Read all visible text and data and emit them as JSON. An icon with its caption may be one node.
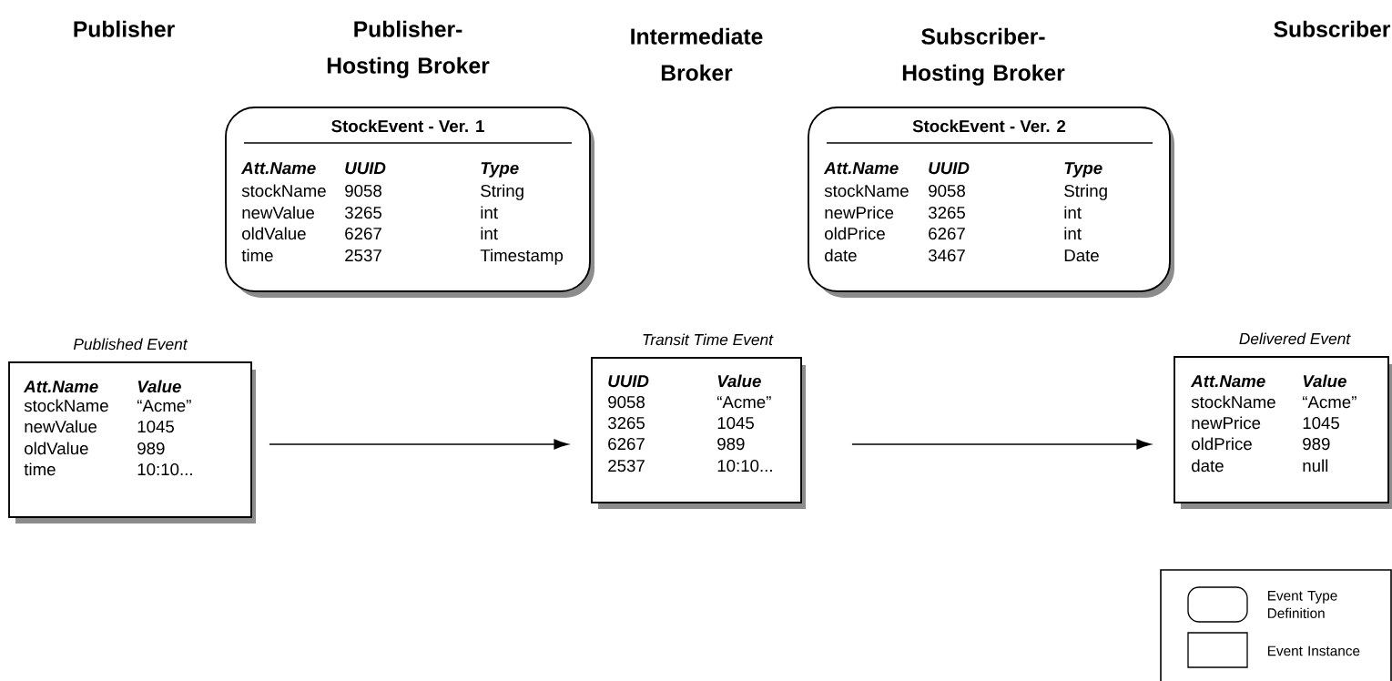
{
  "diagram": {
    "nodes": [
      {
        "text": [
          "StockEvent - Ver. 1",
          "Att.Name",
          "UUID",
          "Type",
          "stockName",
          "9058",
          "String",
          "newValue",
          "3265",
          "int",
          "oldValue",
          "6267",
          "int",
          "time",
          "2537",
          "Timestamp"
        ]
      },
      {
        "text": [
          "StockEvent - Ver. 2",
          "Att.Name",
          "UUID",
          "Type",
          "stockName",
          "9058",
          "String",
          "newPrice",
          "3265",
          "int",
          "oldPrice",
          "6267",
          "int",
          "date",
          "3467",
          "Date"
        ]
      },
      {
        "text": [
          "Att.Name",
          "Value",
          "stockName",
          "“Acme”",
          "newValue",
          "1045",
          "oldValue",
          "989",
          "time",
          "10:10..."
        ],
        "beside": [
          "Published Event"
        ]
      },
      {
        "text": [
          "UUID",
          "Value",
          "9058",
          "“Acme”",
          "3265",
          "1045",
          "6267",
          "989",
          "2537",
          "10:10..."
        ],
        "beside": [
          "Transit Time Event"
        ]
      },
      {
        "text": [
          "Att.Name",
          "Value",
          "stockName",
          "“Acme”",
          "newPrice",
          "1045",
          "oldPrice",
          "989",
          "date",
          "null"
        ],
        "beside": [
          "Delivered Event"
        ]
      }
    ],
    "edges": [
      {
        "from": 2,
        "to": 3,
        "arrow": "to"
      },
      {
        "from": 3,
        "to": 4,
        "arrow": "to"
      }
    ],
    "labels": [
      "Publisher",
      "Publisher-Hosting Broker",
      "Intermediate Broker",
      "Subscriber-Hosting Broker",
      "Subscriber"
    ],
    "legend": [
      {
        "text": "Event Type Definition"
      },
      {
        "text": "Event Instance"
      }
    ]
  }
}
